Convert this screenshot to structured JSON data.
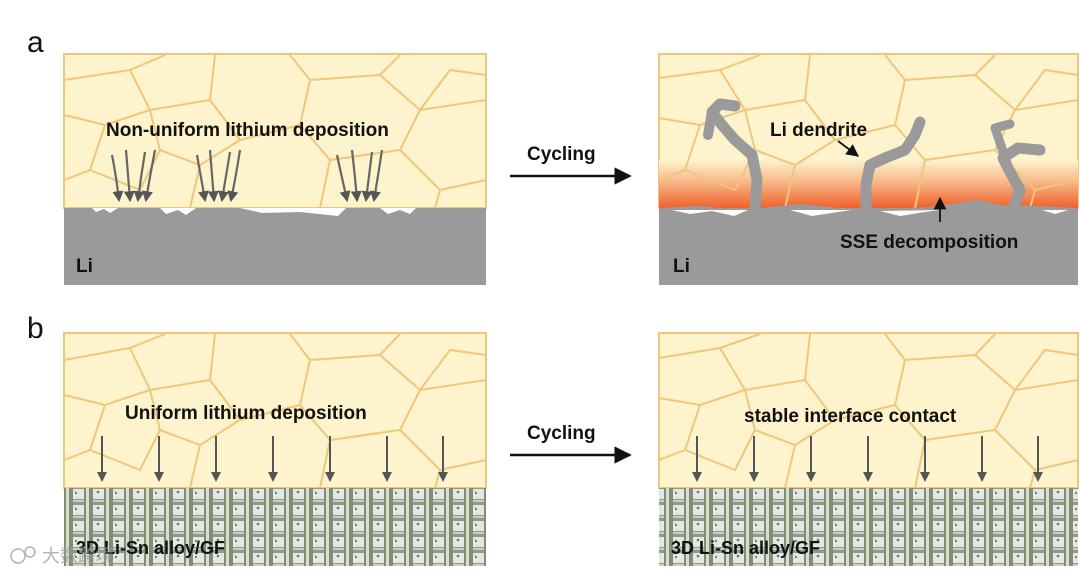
{
  "panels": {
    "a": {
      "letter": "a",
      "left_caption": "Non-uniform lithium deposition",
      "left_substrate": "Li",
      "arrow_label": "Cycling",
      "right_dendrite_label": "Li dendrite",
      "right_decomp_label": "SSE decomposition",
      "right_substrate": "Li"
    },
    "b": {
      "letter": "b",
      "left_caption": "Uniform lithium deposition",
      "left_substrate": "3D Li-Sn alloy/GF",
      "arrow_label": "Cycling",
      "right_caption": "stable interface contact",
      "right_substrate": "3D Li-Sn alloy/GF"
    }
  },
  "watermark": "大数跨境",
  "colors": {
    "electrolyte_fill": "#fdf3cc",
    "grain_boundary": "#f0c77a",
    "lithium_metal": "#9a9a9a",
    "decomposition_layer": "#f0723a",
    "alloy_mesh": "#8a9a80"
  }
}
